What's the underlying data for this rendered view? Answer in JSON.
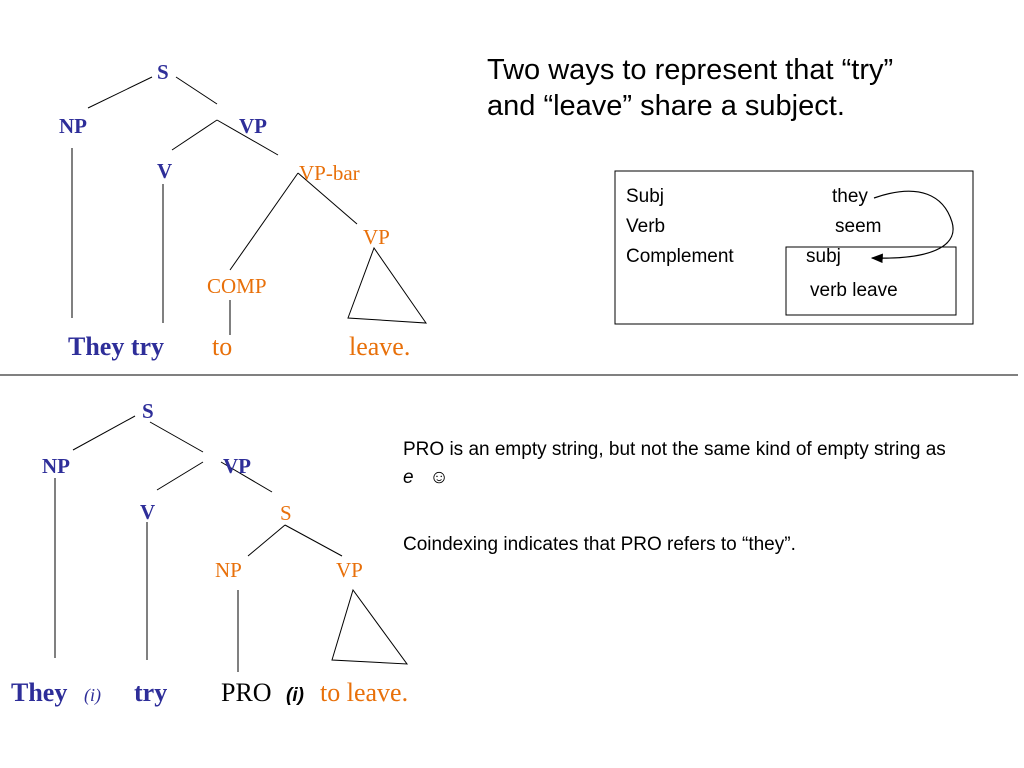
{
  "colors": {
    "blue": "#2e2e99",
    "orange": "#e8700a",
    "black": "#000000"
  },
  "title": "Two ways to represent that “try” and “leave” share a subject.",
  "tree1": {
    "s": "S",
    "np": "NP",
    "vp": "VP",
    "v": "V",
    "vp_bar": "VP-bar",
    "comp": "COMP",
    "vp2": "VP",
    "they_try": "They try",
    "to": "to",
    "leave": "leave."
  },
  "box": {
    "subj_label": "Subj",
    "subj_value": "they",
    "verb_label": "Verb",
    "verb_value": "seem",
    "complement_label": "Complement",
    "inner_subj": "subj",
    "inner_verb": "verb leave"
  },
  "tree2": {
    "s": "S",
    "np": "NP",
    "vp": "VP",
    "v": "V",
    "s2": "S",
    "np2": "NP",
    "vp2": "VP",
    "they": "They",
    "index": "(i)",
    "try": "try",
    "pro": "PRO",
    "pro_index": "(i)",
    "to_leave": "to leave."
  },
  "notes": {
    "pro_prefix": "PRO is an empty string, but not the same kind of empty string as ",
    "pro_e": "e",
    "smiley": "☺",
    "coindex": "Coindexing indicates that PRO refers to “they”."
  }
}
